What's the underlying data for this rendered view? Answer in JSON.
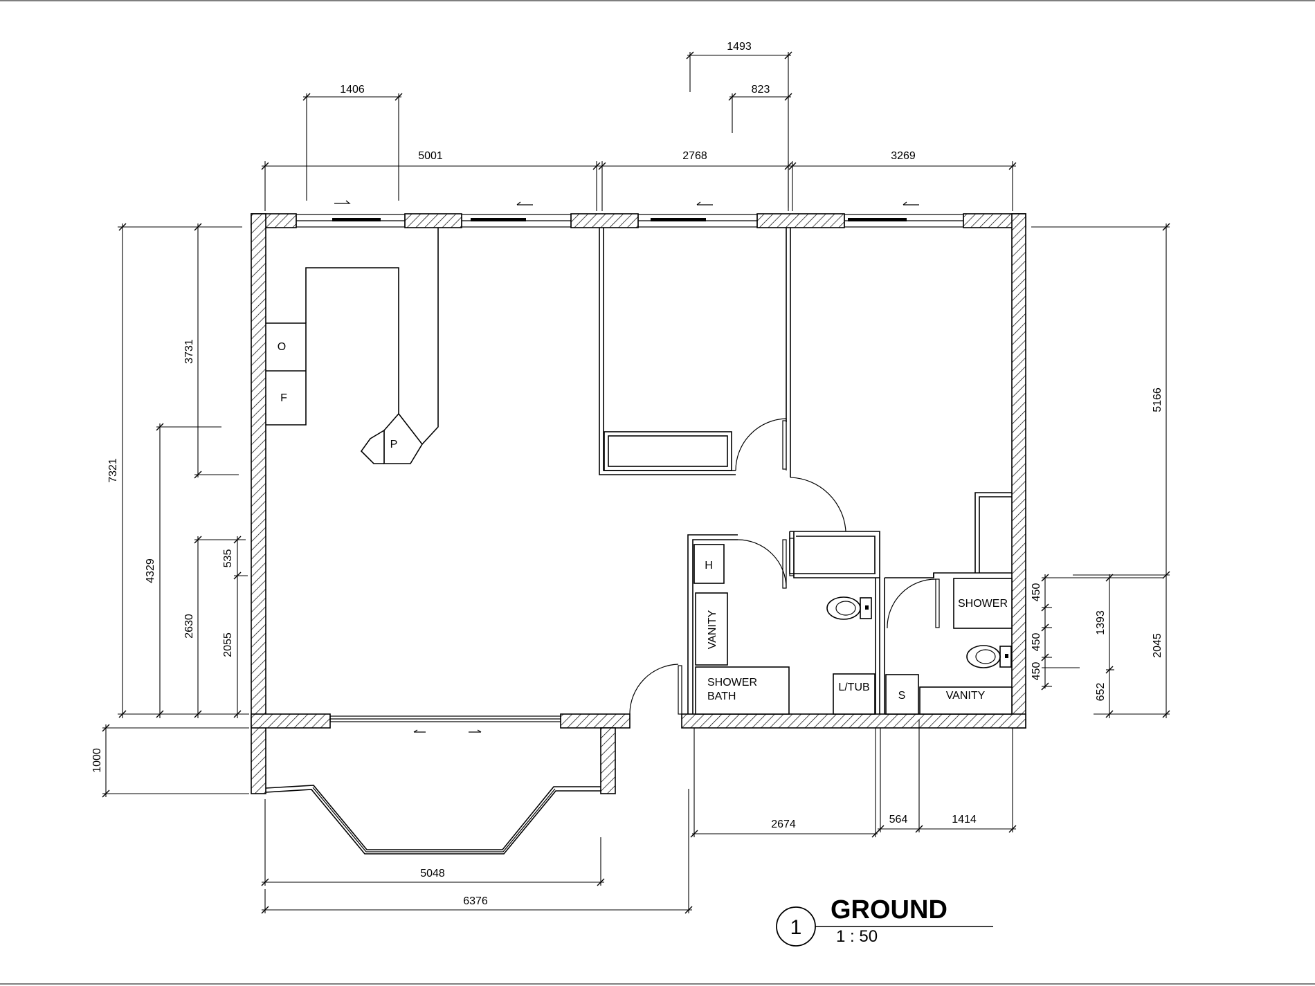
{
  "title_block": {
    "number": "1",
    "name": "GROUND",
    "scale": "1 : 50"
  },
  "dimensions": {
    "top_1406": "1406",
    "top_1493": "1493",
    "top_823": "823",
    "top_5001": "5001",
    "top_2768": "2768",
    "top_3269": "3269",
    "left_7321": "7321",
    "left_3731": "3731",
    "left_4329": "4329",
    "left_2630": "2630",
    "left_535": "535",
    "left_2055": "2055",
    "left_1000": "1000",
    "right_5166": "5166",
    "right_450a": "450",
    "right_450b": "450",
    "right_450c": "450",
    "right_1393": "1393",
    "right_652": "652",
    "right_2045": "2045",
    "bottom_2674": "2674",
    "bottom_564": "564",
    "bottom_1414": "1414",
    "bottom_5048": "5048",
    "bottom_6376": "6376"
  },
  "labels": {
    "oven": "O",
    "fridge": "F",
    "pantry": "P",
    "hot_water": "H",
    "vanity_main": "VANITY",
    "shower_bath_1": "SHOWER",
    "shower_bath_2": "BATH",
    "laundry_tub": "L/TUB",
    "sink": "S",
    "shower": "SHOWER",
    "vanity_ensuite": "VANITY"
  }
}
